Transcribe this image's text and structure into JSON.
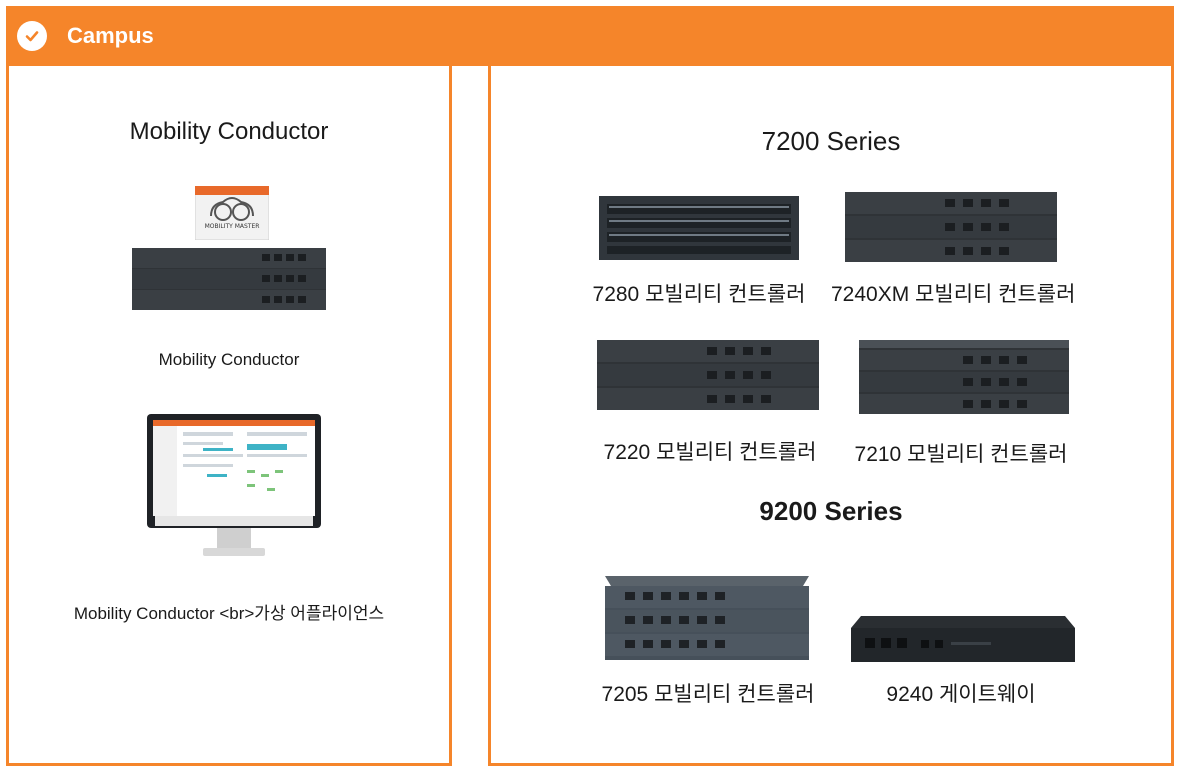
{
  "header": {
    "title": "Campus",
    "icon": "check-circle-icon",
    "color": "#f5852a"
  },
  "left_panel": {
    "title": "Mobility Conductor",
    "items": [
      {
        "label": "Mobility Conductor",
        "image": "mobility-conductor-appliance-image",
        "badge_text": "MOBILITY MASTER"
      },
      {
        "label": "Mobility Conductor <br>가상 어플라이언스",
        "image": "virtual-appliance-monitor-image"
      }
    ]
  },
  "right_panel": {
    "series": [
      {
        "title": "7200 Series",
        "items": [
          {
            "label": "7280 모빌리티 컨트롤러"
          },
          {
            "label": "7240XM 모빌리티 컨트롤러"
          },
          {
            "label": "7220 모빌리티 컨트롤러"
          },
          {
            "label": "7210 모빌리티 컨트롤러"
          }
        ]
      },
      {
        "title": "9200 Series",
        "items": [
          {
            "label": "7205 모빌리티 컨트롤러"
          },
          {
            "label": "9240 게이트웨이"
          }
        ]
      }
    ]
  }
}
